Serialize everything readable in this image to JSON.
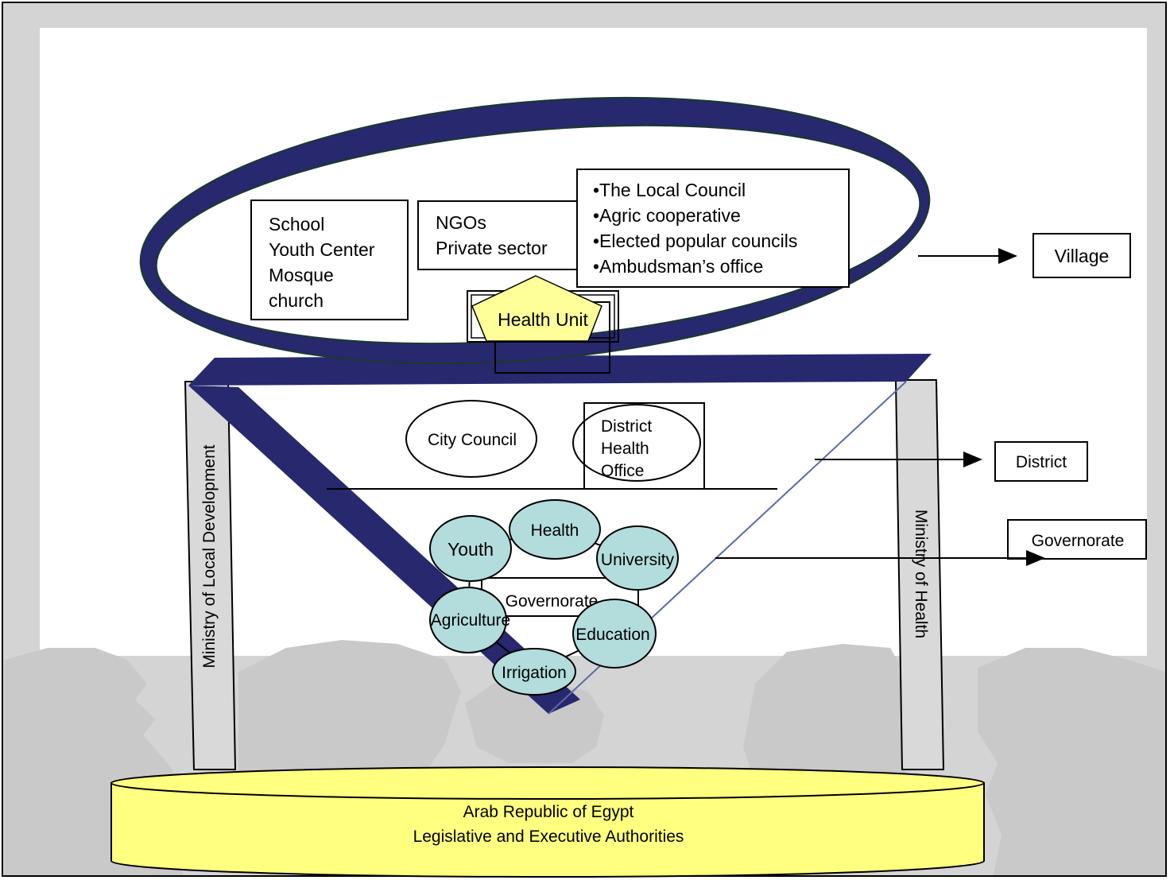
{
  "village_box": {
    "school_lines": [
      "School",
      "Youth Center",
      "Mosque",
      "church"
    ],
    "ngo_lines": [
      "NGOs",
      "Private sector"
    ],
    "council_lines": [
      "•The Local Council",
      "•Agric cooperative",
      "•Elected popular councils",
      "•Ambudsman’s office"
    ],
    "health_unit": "Health Unit"
  },
  "levels": {
    "village": "Village",
    "district": "District",
    "governorate": "Governorate"
  },
  "district_level": {
    "city_council": "City Council",
    "district_health_office_lines": [
      "District",
      "Health",
      "Office"
    ]
  },
  "governorate_level": {
    "center": "Governorate",
    "sectors": {
      "health": "Health",
      "youth": "Youth",
      "university": "University",
      "agriculture": "Agriculture",
      "education": "Education",
      "irrigation": "Irrigation"
    }
  },
  "pillars": {
    "left": "Ministry of Local Development",
    "right": "Ministry of Health"
  },
  "base": {
    "line1": "Arab Republic of Egypt",
    "line2": "Legislative and Executive Authorities"
  },
  "colors": {
    "ribbon": "#27286e",
    "base_fill": "#ffff80",
    "pentagon_fill": "#ffff99",
    "sector_fill": "#b3dcdc",
    "pillar_fill": "#d9d9d9",
    "background": "#d4d4d4"
  }
}
